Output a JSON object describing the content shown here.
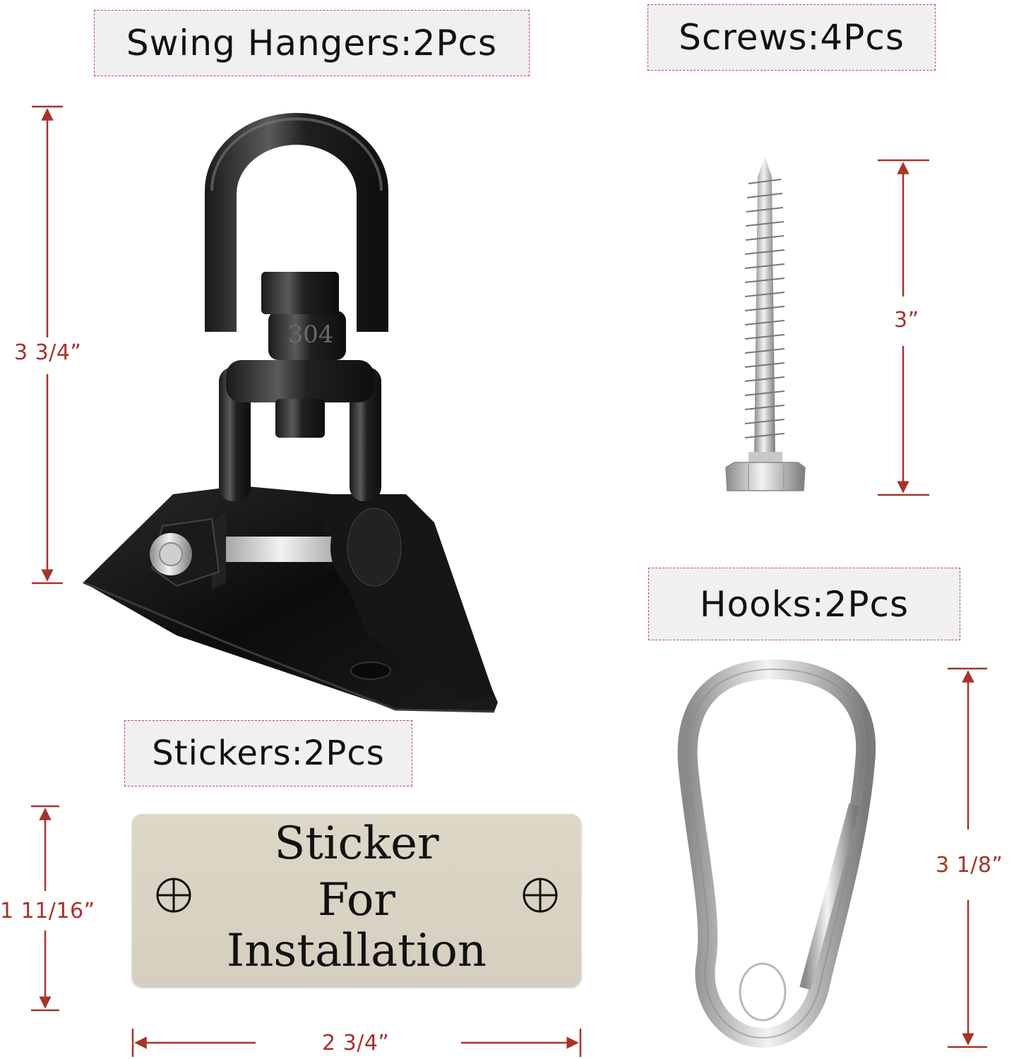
{
  "labels": {
    "swing_hangers": "Swing Hangers:2Pcs",
    "screws": "Screws:4Pcs",
    "hooks": "Hooks:2Pcs",
    "stickers": "Stickers:2Pcs"
  },
  "dimensions": {
    "swing_hanger_height": "3 3/4”",
    "screw_length": "3”",
    "hook_length": "3 1/8”",
    "sticker_height": "1 11/16”",
    "sticker_width": "2 3/4”"
  },
  "sticker": {
    "line1": "Sticker",
    "line2": "For",
    "line3": "Installation"
  },
  "hanger_stamp": "304",
  "colors": {
    "dimension": "#a8332b",
    "label_border": "#c0504d",
    "label_bg": "#f0f0f0",
    "sticker_bg": "#d9d3c4"
  }
}
